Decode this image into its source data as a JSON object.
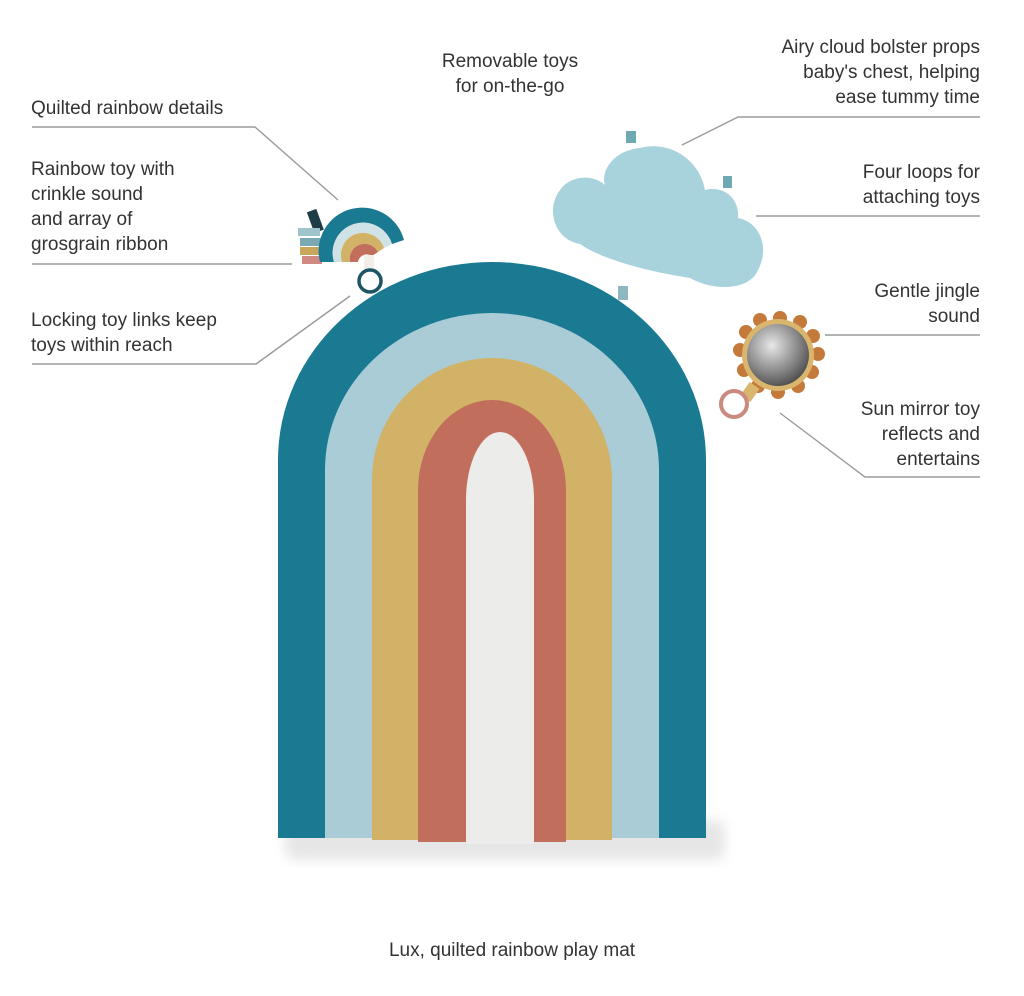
{
  "callouts": {
    "quilted": "Quilted rainbow details",
    "rainbow_toy": "Rainbow toy with\ncrinkle sound\nand array of\ngrosgrain ribbon",
    "locking": "Locking toy links keep\ntoys within reach",
    "removable": "Removable toys\nfor on-the-go",
    "cloud": "Airy cloud bolster props\nbaby's chest, helping\nease tummy time",
    "loops": "Four loops for\nattaching toys",
    "jingle": "Gentle jingle\nsound",
    "mirror": "Sun mirror toy\nreflects and\nentertains"
  },
  "caption": "Lux, quilted rainbow play mat",
  "colors": {
    "teal": "#1a7a92",
    "light_blue": "#a9ccd6",
    "mustard": "#d1b267",
    "terracotta": "#c26e5c",
    "cream": "#ececea",
    "cloud": "#a8d3dc",
    "mirror_frame": "#d9b56e",
    "mirror_petal": "#c47a3a",
    "ring": "#c98a80",
    "leader_line": "#9a9a9a"
  }
}
